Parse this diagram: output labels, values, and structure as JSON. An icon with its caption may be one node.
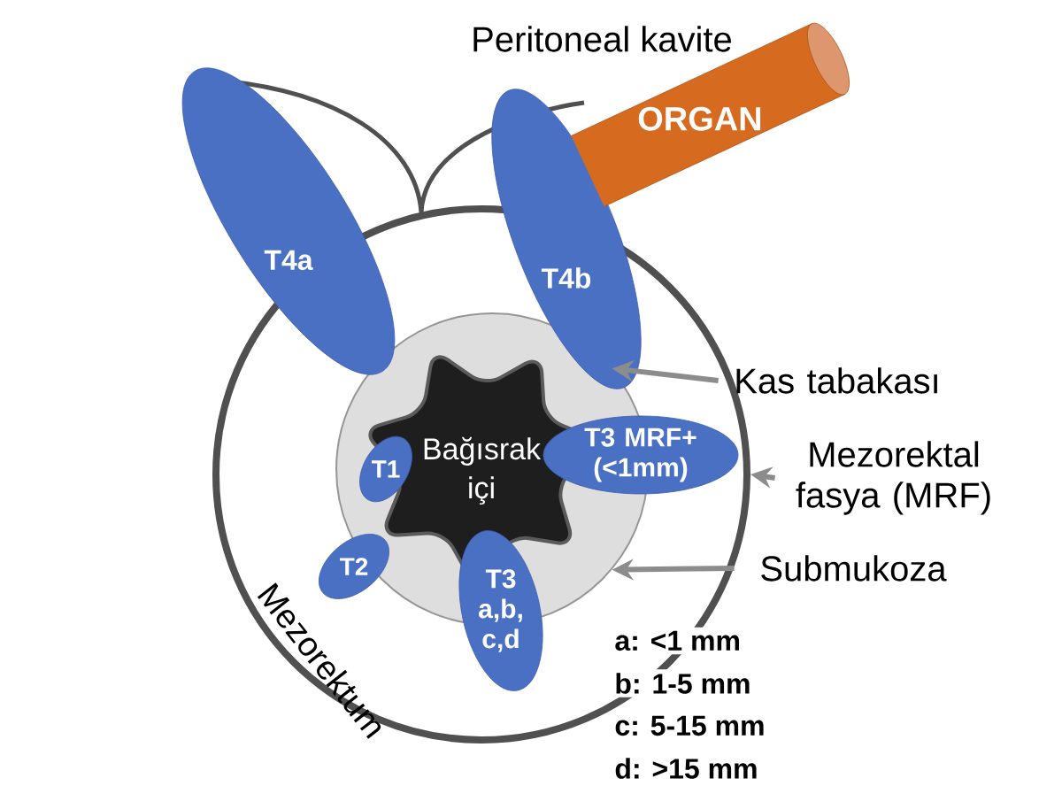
{
  "diagram": {
    "nodes": [
      {
        "text": [
          "Mezorektum"
        ]
      },
      {
        "text": [],
        "shape": "circle",
        "in": 0
      },
      {
        "text": [
          "Bağısrak içi"
        ],
        "in": 1
      },
      {
        "text": [
          "T4a"
        ]
      },
      {
        "text": [
          "T4b"
        ]
      },
      {
        "text": [
          "ORGAN"
        ]
      },
      {
        "text": [
          "T1"
        ],
        "in": 1
      },
      {
        "text": [
          "T3 MRF+ (<1mm)"
        ],
        "in": 0
      },
      {
        "text": [
          "T2"
        ],
        "in": 0
      },
      {
        "text": [
          "T3 a,b, c,d"
        ],
        "in": 0
      },
      {
        "text": [
          "Kas tabakası"
        ]
      },
      {
        "text": [
          "Mezorektal fasya (MRF)"
        ]
      },
      {
        "text": [
          "Submukoza"
        ]
      }
    ],
    "edges": [
      {
        "from": 10,
        "to": 1,
        "arrow": "to"
      },
      {
        "from": 11,
        "to": 0,
        "arrow": "to"
      },
      {
        "from": 12,
        "to": 1,
        "arrow": "to"
      }
    ],
    "labels": [
      "Peritoneal kavite",
      "a: <1 mm",
      "b: 1-5 mm",
      "c: 5-15 mm",
      "d: >15 mm"
    ]
  }
}
